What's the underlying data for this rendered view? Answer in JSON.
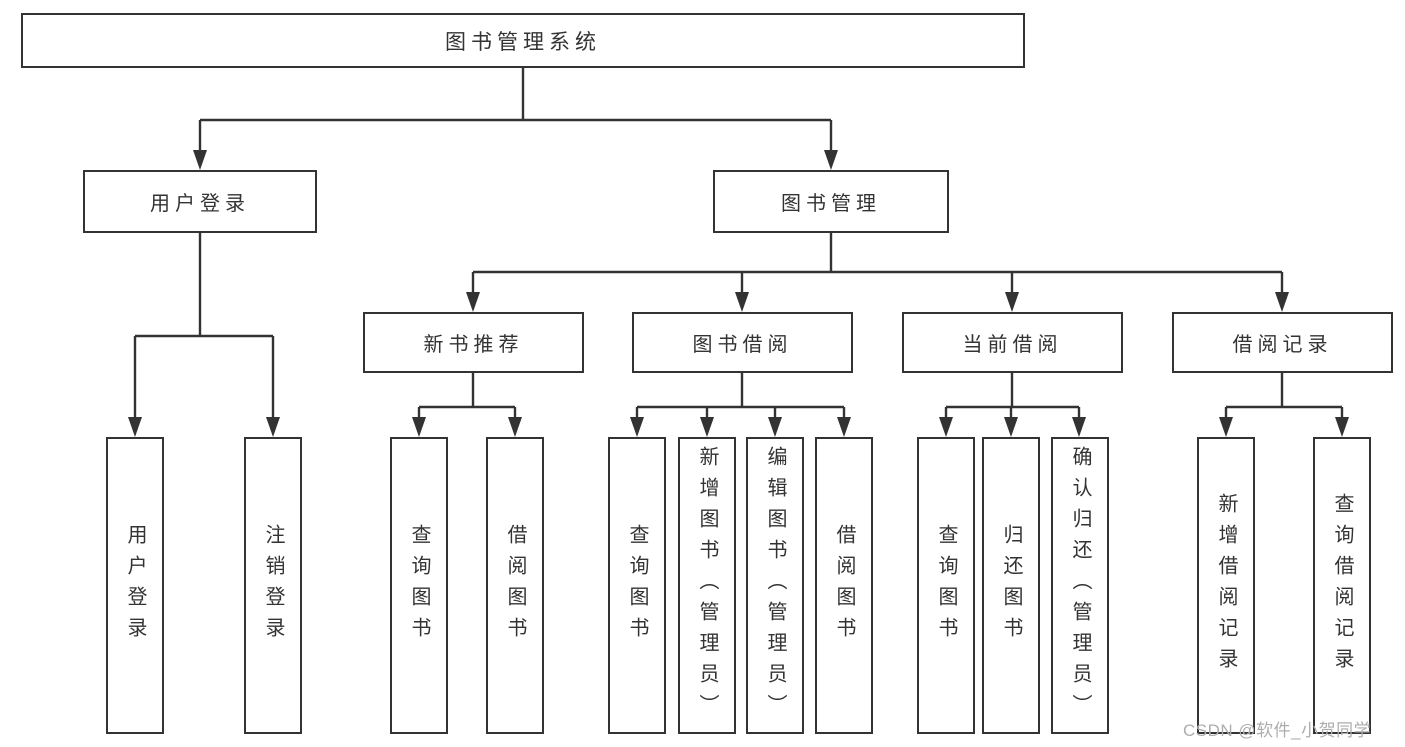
{
  "colors": {
    "line": "#333333",
    "text": "#333333",
    "box_border": "#333333",
    "background": "#ffffff",
    "watermark": "#adadad"
  },
  "diagram": {
    "title": "图书管理系统",
    "level2": [
      {
        "label": "用户登录"
      },
      {
        "label": "图书管理"
      }
    ],
    "level3": [
      {
        "label": "新书推荐"
      },
      {
        "label": "图书借阅"
      },
      {
        "label": "当前借阅"
      },
      {
        "label": "借阅记录"
      }
    ],
    "level4": {
      "user_login": [
        "用户登录",
        "注销登录"
      ],
      "new_book": [
        "查询图书",
        "借阅图书"
      ],
      "book_borrow": [
        "查询图书",
        "新增图书（管理员）",
        "编辑图书（管理员）",
        "借阅图书"
      ],
      "current_borrow": [
        "查询图书",
        "归还图书",
        "确认归还（管理员）"
      ],
      "borrow_record": [
        "新增借阅记录",
        "查询借阅记录"
      ]
    }
  },
  "watermark": {
    "text": "CSDN @软件_小贺同学"
  }
}
